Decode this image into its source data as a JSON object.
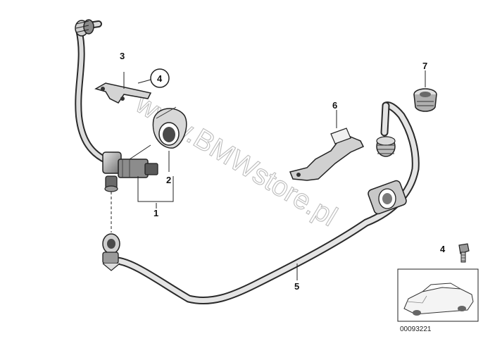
{
  "callouts": {
    "c1": "1",
    "c2": "2",
    "c3": "3",
    "c4": "4",
    "c5": "5",
    "c6": "6",
    "c7": "7"
  },
  "inset": {
    "callout": "4",
    "image_number": "00093221"
  },
  "watermark": "www.BMWstore.pl"
}
